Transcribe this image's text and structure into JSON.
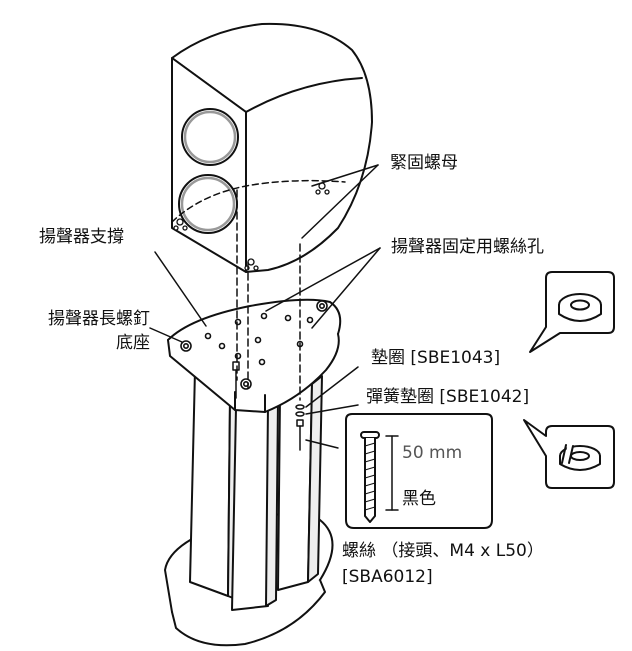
{
  "labels": {
    "nut": "緊固螺母",
    "speaker_support": "揚聲器支撐",
    "mounting_hole": "揚聲器固定用螺絲孔",
    "bolt_base_line1": "揚聲器長螺釘",
    "bolt_base_line2": "底座",
    "washer": "墊圈 [SBE1043]",
    "spring_washer": "彈簧墊圈 [SBE1042]",
    "screw_line1": "螺絲 （接頭、M4 x L50）",
    "screw_line2": "[SBA6012]"
  },
  "screw_spec": {
    "length": "50 mm",
    "color": "黑色"
  }
}
